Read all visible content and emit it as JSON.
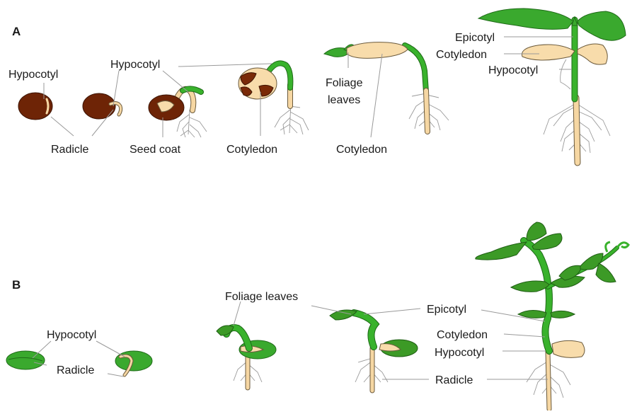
{
  "panels": {
    "a": {
      "letter": "A",
      "labels": {
        "hypocotyl_1": "Hypocotyl",
        "hypocotyl_2": "Hypocotyl",
        "radicle": "Radicle",
        "seed_coat": "Seed coat",
        "cotyledon_1": "Cotyledon",
        "foliage_leaves_line1": "Foliage",
        "foliage_leaves_line2": "leaves",
        "cotyledon_2": "Cotyledon",
        "epicotyl": "Epicotyl",
        "cotyledon_3": "Cotyledon",
        "hypocotyl_3": "Hypocotyl"
      }
    },
    "b": {
      "letter": "B",
      "labels": {
        "hypocotyl": "Hypocotyl",
        "radicle_1": "Radicle",
        "foliage_leaves": "Foliage leaves",
        "epicotyl": "Epicotyl",
        "cotyledon": "Cotyledon",
        "hypocotyl_2": "Hypocotyl",
        "radicle_2": "Radicle"
      }
    }
  },
  "colors": {
    "seed_coat": "#6e2406",
    "cotyledon": "#f8dcab",
    "shoot_green": "#39b22c",
    "leaf_green": "#3c9a26",
    "leader_line": "#9a9a9a"
  }
}
